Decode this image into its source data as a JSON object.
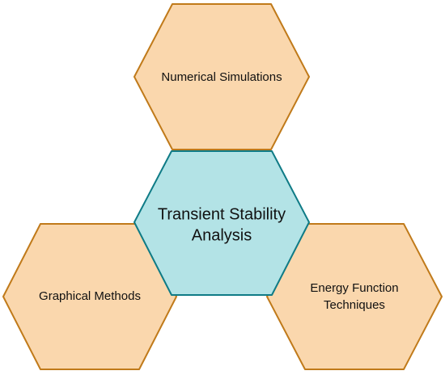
{
  "center": {
    "lines": [
      "Transient Stability",
      "Analysis"
    ],
    "fill": "#b3e3e6",
    "stroke": "#0f7b86"
  },
  "nodes": [
    {
      "id": "top",
      "lines": [
        "Numerical Simulations"
      ]
    },
    {
      "id": "left",
      "lines": [
        "Graphical Methods"
      ]
    },
    {
      "id": "right",
      "lines": [
        "Energy Function",
        "Techniques"
      ]
    }
  ],
  "colors": {
    "outer_fill": "#fad7ad",
    "outer_stroke": "#c07a1a"
  }
}
